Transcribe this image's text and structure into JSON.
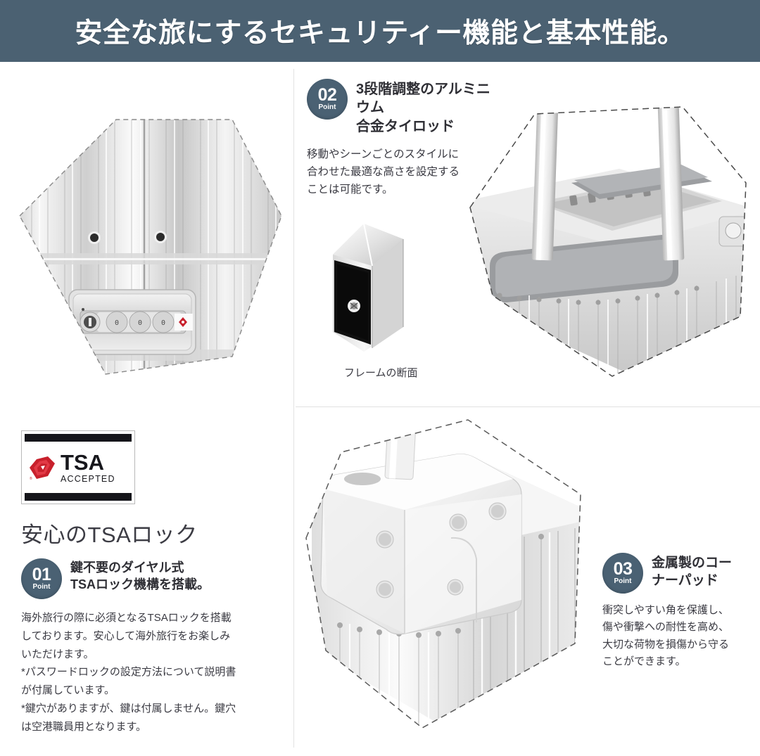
{
  "header": {
    "title": "安全な旅にするセキュリティー機能と基本性能。",
    "bg_color": "#4b6172"
  },
  "theme": {
    "badge_color": "#4a6173",
    "text_color": "#3a3a42",
    "heading_color": "#3c3c44",
    "tsa_red": "#c8202c",
    "divider_color": "#e2e2e2"
  },
  "points": {
    "p01": {
      "number": "01",
      "label": "Point",
      "title": "鍵不要のダイヤル式\nTSAロック機構を搭載。",
      "body": "海外旅行の際に必須となるTSAロックを搭載\nしております。安心して海外旅行をお楽しみ\nいただけます。\n*パスワードロックの設定方法について説明書\nが付属しています。\n*鍵穴がありますが、鍵は付属しません。鍵穴\nは空港職員用となります。"
    },
    "p02": {
      "number": "02",
      "label": "Point",
      "title": "3段階調整のアルミニウム\n合金タイロッド",
      "body": "移動やシーンごとのスタイルに\n合わせた最適な高さを設定する\nことは可能です。"
    },
    "p03": {
      "number": "03",
      "label": "Point",
      "title": "金属製のコー\nナーパッド",
      "body": "衝突しやすい角を保護し、\n傷や衝撃への耐性を高め、\n大切な荷物を損傷から守る\nことができます。"
    }
  },
  "tsa": {
    "logo_top_text": "TSA",
    "logo_bottom_text": "ACCEPTED",
    "heading": "安心のTSAロック"
  },
  "captions": {
    "frame_section": "フレームの断面"
  },
  "photos": {
    "lock_panel": "aluminum-panel-with-tsa-lock-photo",
    "frame_section": "aluminum-frame-cross-section-photo",
    "tie_rod": "telescoping-tie-rod-handle-photo",
    "corner_pad": "metal-corner-pad-photo"
  }
}
